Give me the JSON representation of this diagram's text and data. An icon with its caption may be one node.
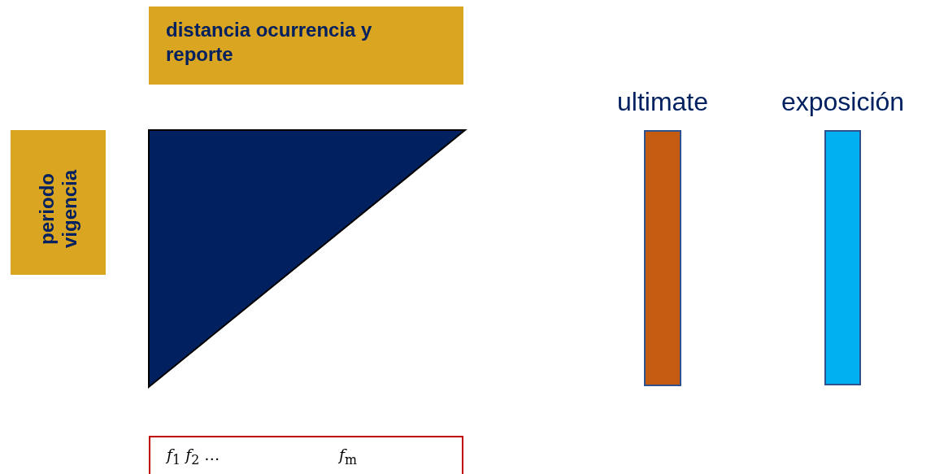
{
  "diagram": {
    "nodes": [
      {
        "text": [
          "distancia ocurrencia y reporte"
        ]
      },
      {
        "text": [
          "periodo vigencia"
        ]
      },
      {
        "text": [],
        "shape": "triangle"
      },
      {
        "text": [
          "ultimate"
        ]
      },
      {
        "text": [
          "exposición"
        ]
      },
      {
        "text": [
          "*f*$_{1}$ *f*$_{2}$ …",
          "*f*$_{m}$"
        ]
      }
    ]
  }
}
